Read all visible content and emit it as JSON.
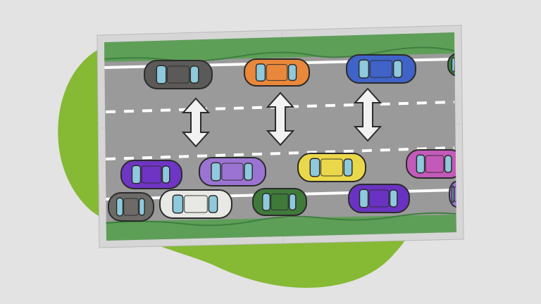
{
  "scene": {
    "background_color": "#e3e3e3",
    "blob_color": "#86b934",
    "paper_color": "#d6d6d6",
    "grass_color": "#5e9f58",
    "road_color": "#9a9a9a",
    "lane_marking_color": "#ffffff",
    "arrow_color": "#f2f2f2",
    "outline_color": "#2b2b2b"
  },
  "lanes": {
    "top_lane_cars": [
      {
        "id": "car-dark-gray",
        "color": "#5c5a58"
      },
      {
        "id": "car-orange",
        "color": "#e9883a"
      },
      {
        "id": "car-blue",
        "color": "#3f63c7"
      },
      {
        "id": "car-green-edge",
        "color": "#3f7f3f"
      }
    ],
    "bottom_lane_cars": [
      {
        "id": "car-purple-1",
        "color": "#6f35c4"
      },
      {
        "id": "car-lavender",
        "color": "#9b74d3"
      },
      {
        "id": "car-yellow",
        "color": "#ebd84a"
      },
      {
        "id": "car-magenta",
        "color": "#c35ab9"
      },
      {
        "id": "car-gray",
        "color": "#6d6b68"
      },
      {
        "id": "car-white",
        "color": "#e8e8e5"
      },
      {
        "id": "car-green",
        "color": "#3f7a3a"
      },
      {
        "id": "car-purple-2",
        "color": "#6a32c2"
      },
      {
        "id": "car-purple-edge",
        "color": "#9b74d3"
      }
    ]
  },
  "arrows": {
    "count": 3,
    "icon": "double-headed-vertical-arrow"
  }
}
